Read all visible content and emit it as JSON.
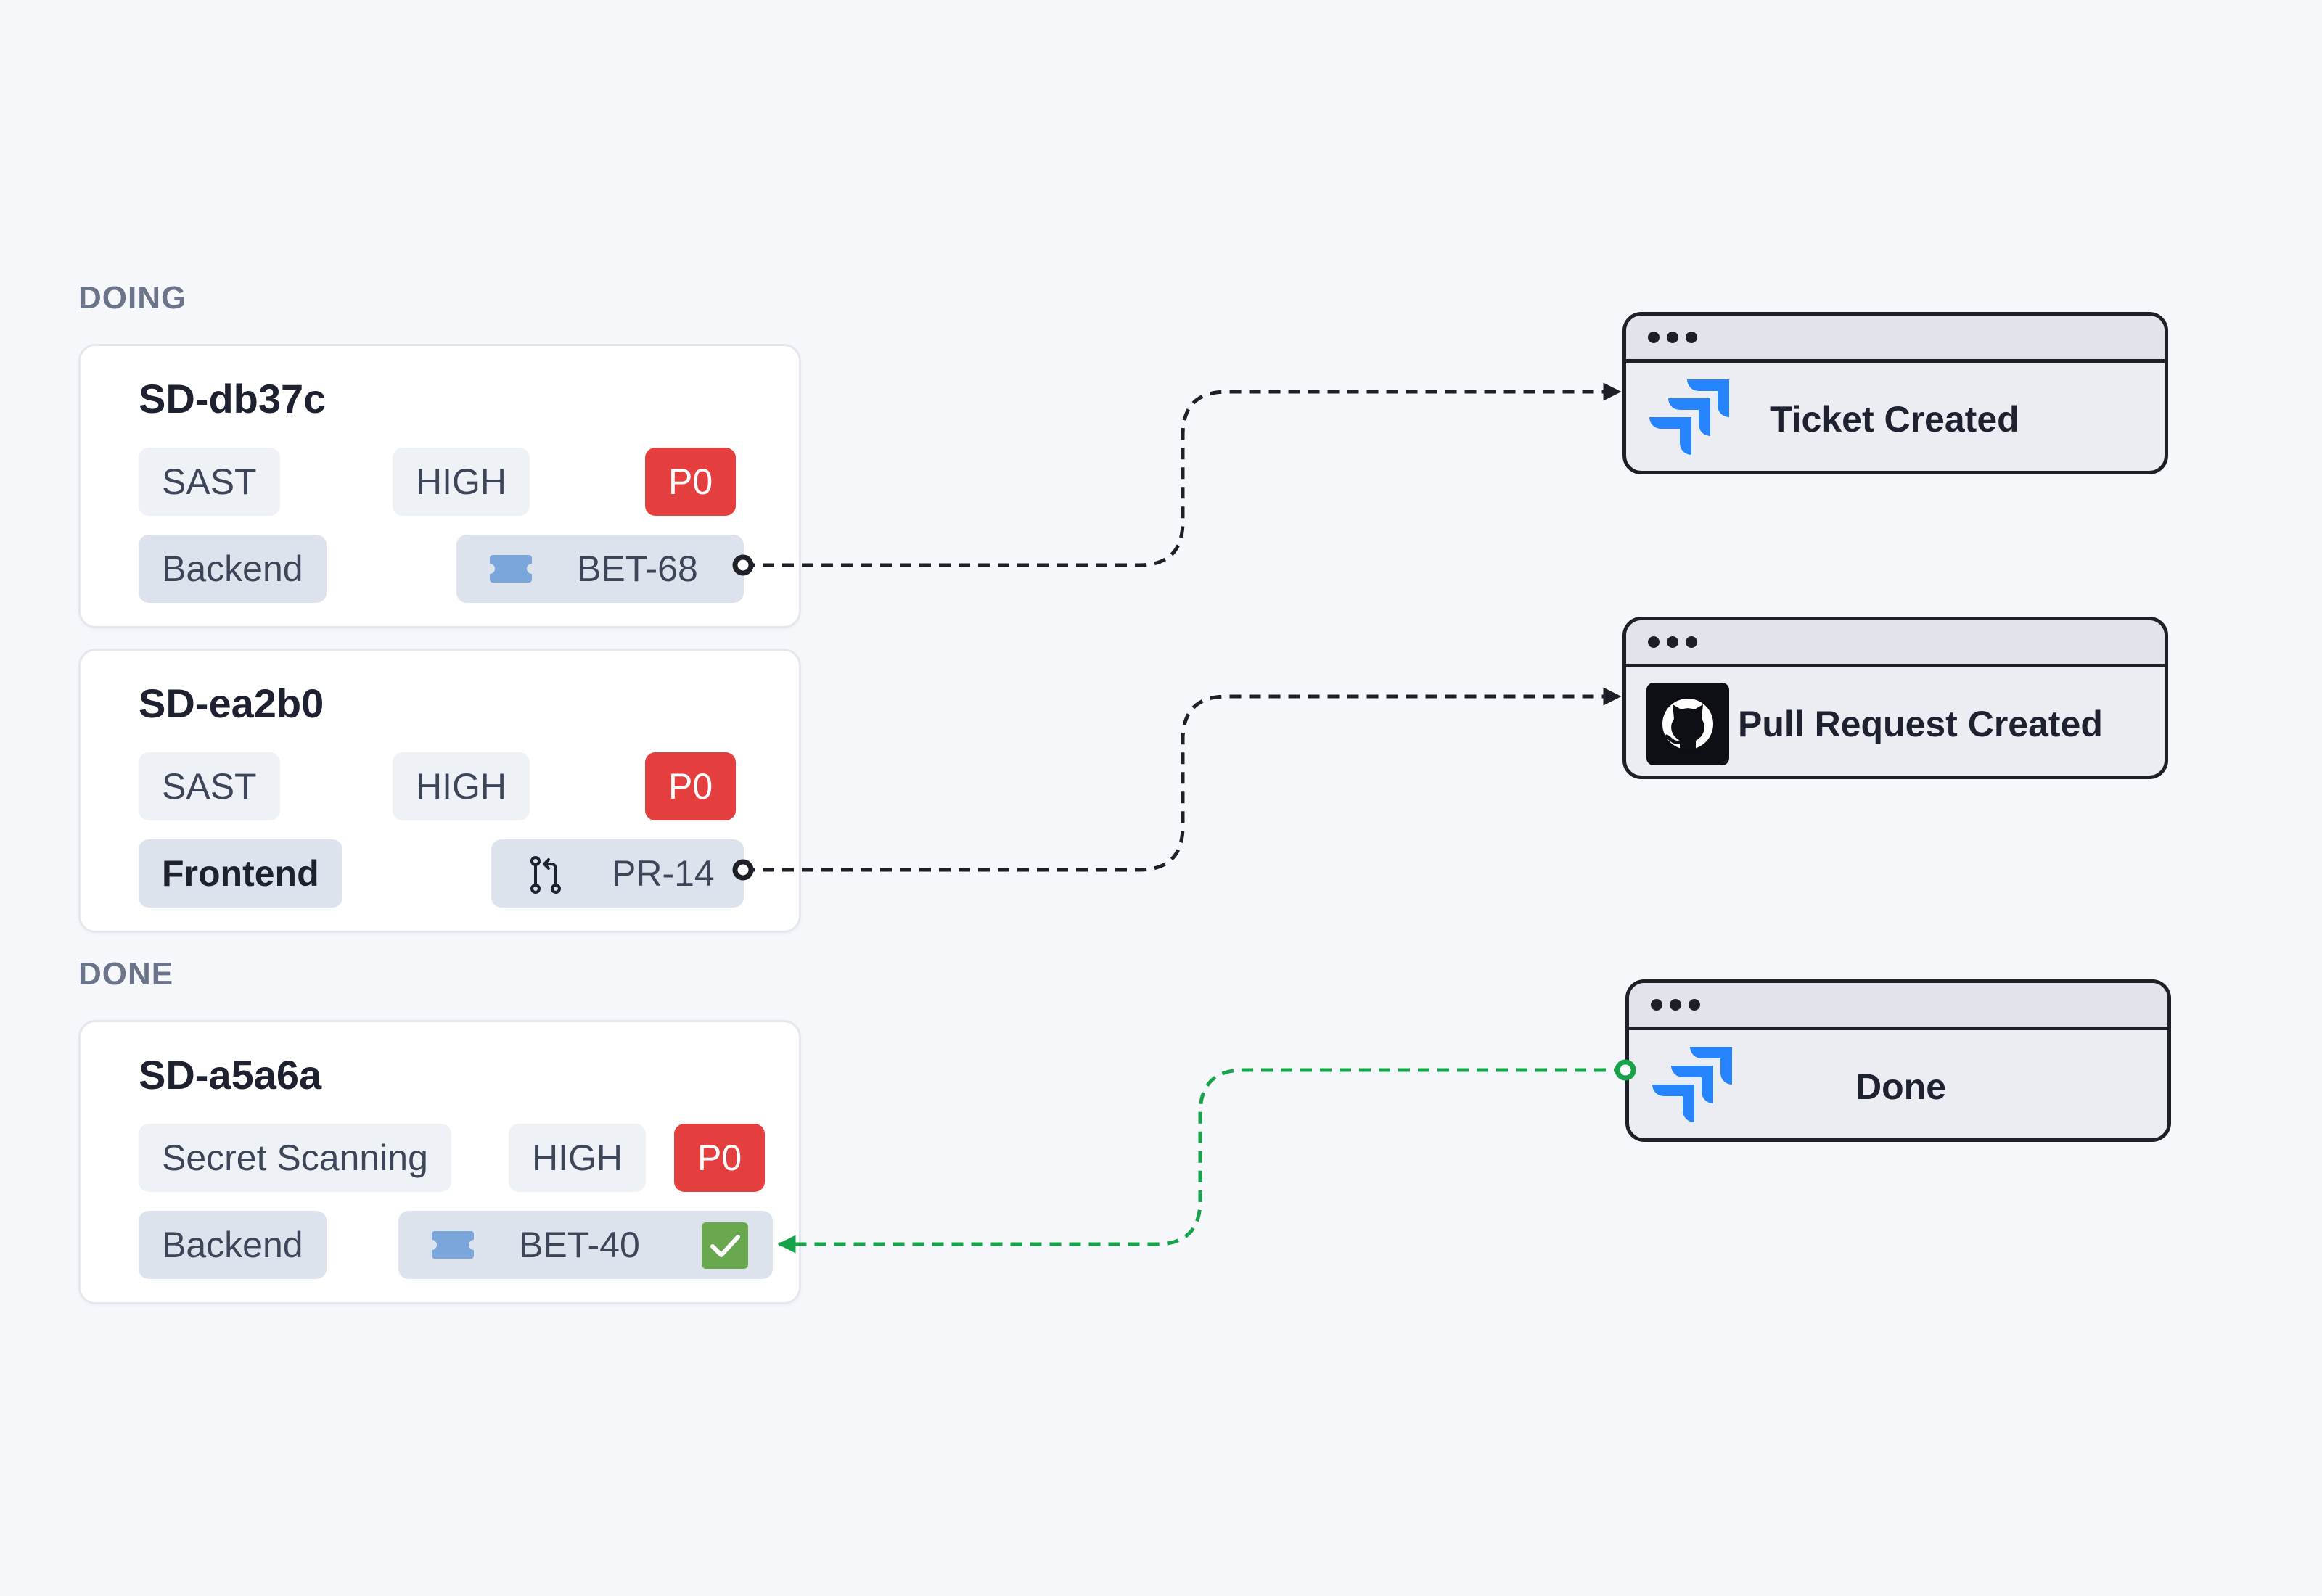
{
  "sections": {
    "doing": "DOING",
    "done": "DONE"
  },
  "cards": [
    {
      "id": "SD-db37c",
      "type": "SAST",
      "severity": "HIGH",
      "priority": "P0",
      "team": "Backend",
      "link_icon": "ticket-icon",
      "link": "BET-68"
    },
    {
      "id": "SD-ea2b0",
      "type": "SAST",
      "severity": "HIGH",
      "priority": "P0",
      "team": "Frontend",
      "link_icon": "pull-request-icon",
      "link": "PR-14"
    },
    {
      "id": "SD-a5a6a",
      "type": "Secret Scanning",
      "severity": "HIGH",
      "priority": "P0",
      "team": "Backend",
      "link_icon": "ticket-icon",
      "link": "BET-40",
      "status_icon": "check-icon"
    }
  ],
  "events": [
    {
      "title": "Ticket Created",
      "icon": "jira-icon"
    },
    {
      "title": "Pull Request Created",
      "icon": "github-icon"
    },
    {
      "title": "Done",
      "icon": "jira-icon"
    }
  ],
  "colors": {
    "background": "#f5f7fb",
    "priority_red": "#e53e3e",
    "connector_dark": "#1e2028",
    "connector_green": "#16a34a",
    "jira_blue": "#2684ff",
    "check_green": "#6aa84f",
    "ticket_blue": "#7aa6dc"
  }
}
